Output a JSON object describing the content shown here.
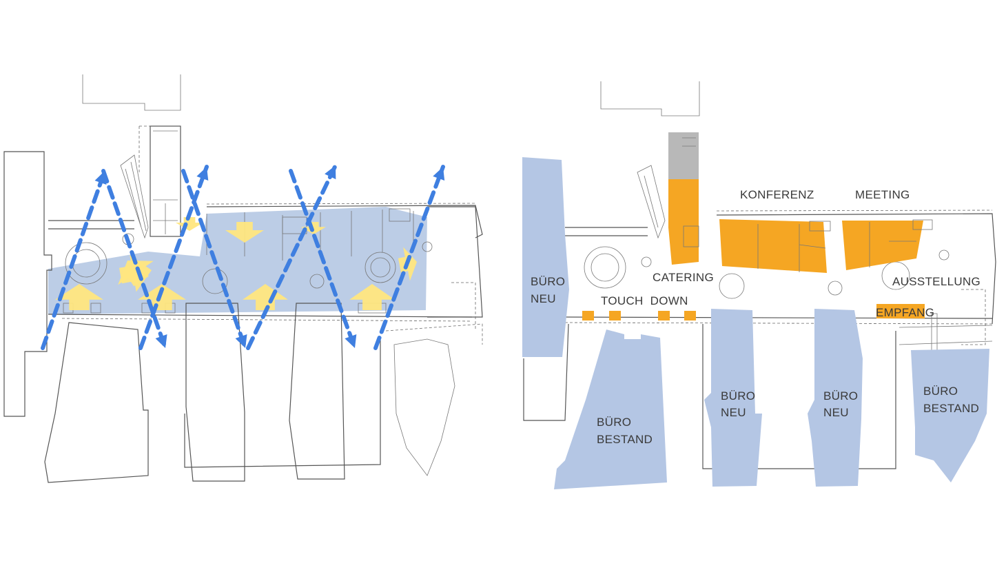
{
  "colors": {
    "office": "#b4c6e4",
    "function": "#f5a623",
    "service": "#b8b8b8",
    "circulation": "#bccde6",
    "light": "#ffe680",
    "flow": "#3f7fe0"
  },
  "plan_right": {
    "labels": {
      "konferenz": "KONFERENZ",
      "meeting": "MEETING",
      "catering": "CATERING",
      "touch_down": "TOUCH  DOWN",
      "ausstellung": "AUSSTELLUNG",
      "empfang": "EMPFANG",
      "buero_neu_left_1": "BÜRO",
      "buero_neu_left_2": "NEU",
      "buero_bestand_left_1": "BÜRO",
      "buero_bestand_left_2": "BESTAND",
      "buero_neu_mid1_1": "BÜRO",
      "buero_neu_mid1_2": "NEU",
      "buero_neu_mid2_1": "BÜRO",
      "buero_neu_mid2_2": "NEU",
      "buero_bestand_right_1": "BÜRO",
      "buero_bestand_right_2": "BESTAND"
    }
  },
  "icons": {
    "flow": "dashed-arrow",
    "light": "light-arrow"
  }
}
